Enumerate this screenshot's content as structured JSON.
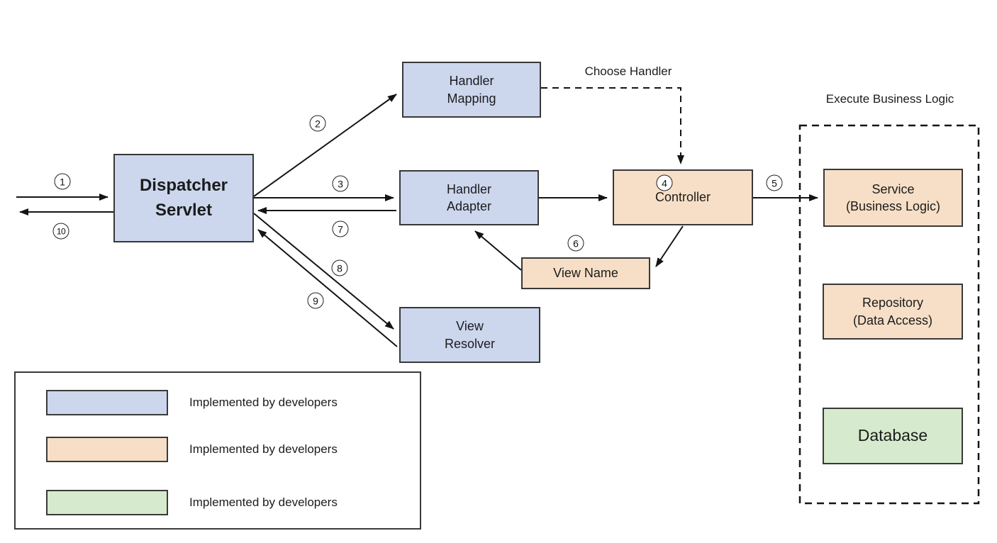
{
  "colors": {
    "node_blue": "#ccd7ee",
    "node_tan": "#f6dfc6",
    "node_green": "#d6eacd",
    "node_border": "#383838",
    "arrow": "#141414",
    "background": "#ffffff"
  },
  "nodes": {
    "dispatcher_servlet": {
      "label": "Dispatcher\nServlet"
    },
    "handler_mapping": {
      "label": "Handler\nMapping"
    },
    "handler_adapter": {
      "label": "Handler\nAdapter"
    },
    "controller": {
      "label": "Controller"
    },
    "view_name": {
      "label": "View Name"
    },
    "view_resolver": {
      "label": "View\nResolver"
    },
    "service": {
      "label": "Service\n(Business Logic)"
    },
    "repository": {
      "label": "Repository\n(Data Access)"
    },
    "database": {
      "label": "Database"
    }
  },
  "annotations": {
    "choose_handler": "Choose Handler",
    "execute_business_logic": "Execute Business Logic"
  },
  "steps": [
    "1",
    "2",
    "3",
    "4",
    "5",
    "6",
    "7",
    "8",
    "9",
    "10"
  ],
  "legend": {
    "items": [
      {
        "swatch_color": "#ccd7ee",
        "label": "Implemented by developers"
      },
      {
        "swatch_color": "#f6dfc6",
        "label": "Implemented by developers"
      },
      {
        "swatch_color": "#d6eacd",
        "label": "Implemented by developers"
      }
    ]
  }
}
